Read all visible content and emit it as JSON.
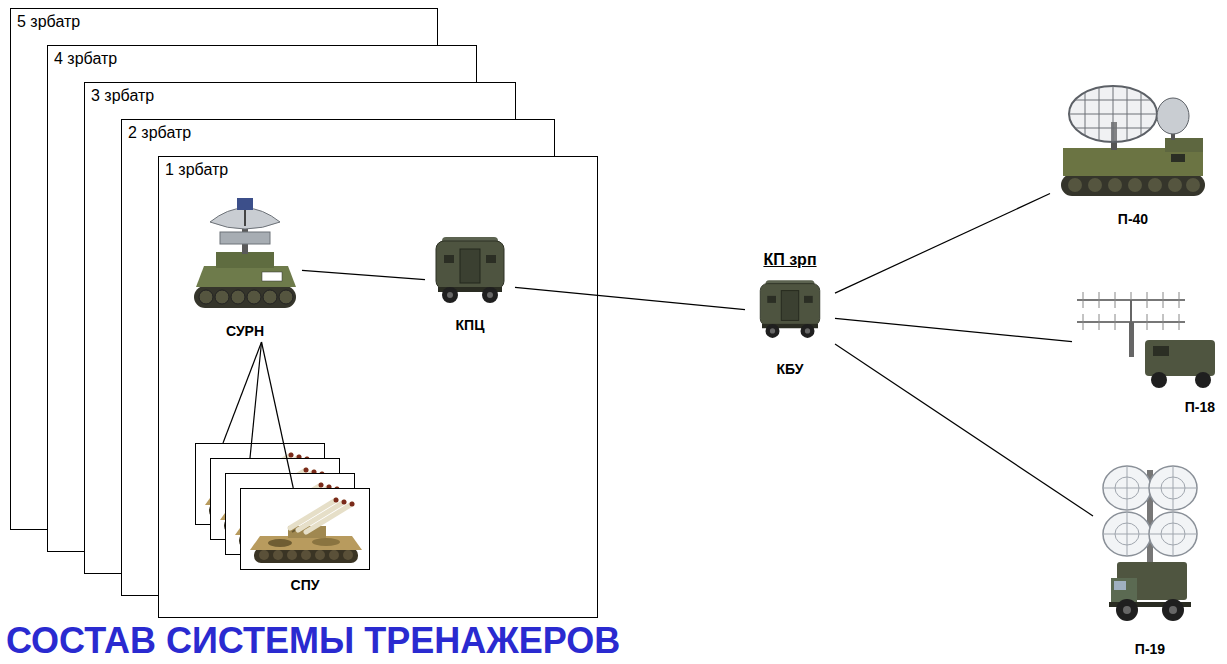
{
  "diagram": {
    "title": "СОСТАВ СИСТЕМЫ ТРЕНАЖЕРОВ",
    "nodes": [
      {
        "text": [
          "5 зрбатр"
        ]
      },
      {
        "text": [
          "4 зрбатр"
        ]
      },
      {
        "text": [
          "3 зрбатр"
        ]
      },
      {
        "text": [
          "2 зрбатр"
        ]
      },
      {
        "text": [
          "1 зрбатр"
        ]
      },
      {
        "text": [
          "СУРН"
        ],
        "in": 4
      },
      {
        "text": [
          "КПЦ"
        ],
        "in": 4
      },
      {
        "text": [
          "СПУ"
        ],
        "in": 4
      },
      {
        "text": [
          "КП зрп",
          "КБУ"
        ]
      },
      {
        "text": [
          "П-40"
        ]
      },
      {
        "text": [
          "П-18"
        ]
      },
      {
        "text": [
          "П-19"
        ]
      }
    ],
    "edges": [
      {
        "from": 5,
        "to": 6,
        "arrow": "none"
      },
      {
        "from": 5,
        "to": 7,
        "arrow": "none"
      },
      {
        "from": 6,
        "to": 8,
        "arrow": "none"
      },
      {
        "from": 8,
        "to": 9,
        "arrow": "none"
      },
      {
        "from": 8,
        "to": 10,
        "arrow": "none"
      },
      {
        "from": 8,
        "to": 11,
        "arrow": "none"
      }
    ]
  }
}
